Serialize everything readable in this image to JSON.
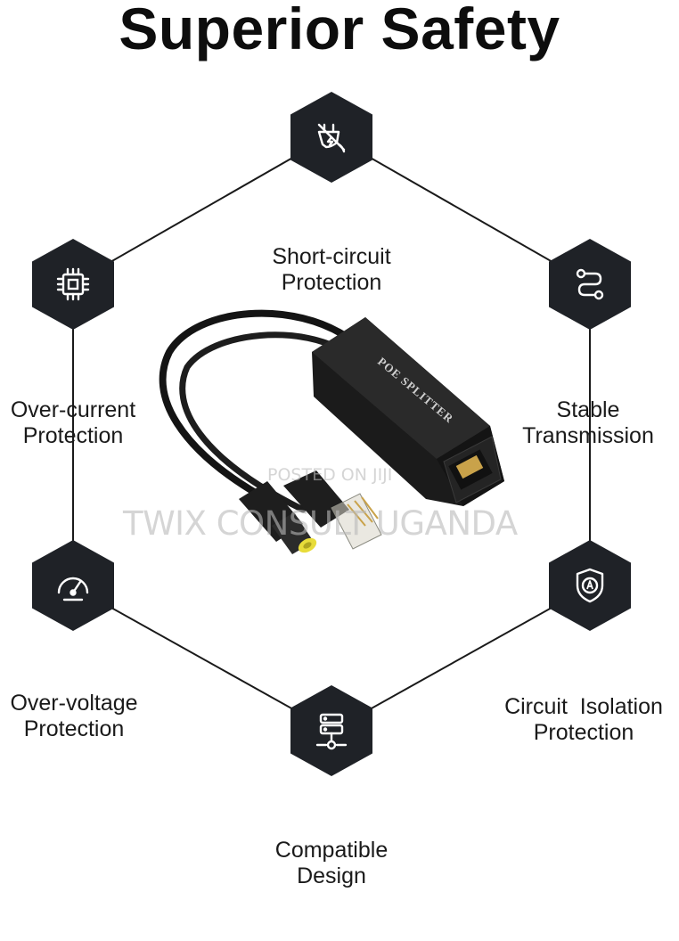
{
  "title": "Superior Safety",
  "features": [
    {
      "line1": "Short-circuit",
      "line2": "Protection",
      "icon": "short-circuit-icon"
    },
    {
      "line1": "Stable",
      "line2": "Transmission",
      "icon": "route-icon"
    },
    {
      "line1": "Circuit  Isolation",
      "line2": "Protection",
      "icon": "shield-icon"
    },
    {
      "line1": "Compatible",
      "line2": "Design",
      "icon": "server-network-icon"
    },
    {
      "line1": "Over-voltage",
      "line2": "Protection",
      "icon": "gauge-icon"
    },
    {
      "line1": "Over-current",
      "line2": "Protection",
      "icon": "chip-icon"
    }
  ],
  "product": {
    "label": "POE SPLITTER"
  },
  "watermark": {
    "posted": "POSTED ON JIJI",
    "seller": "TWIX CONSULT UGANDA"
  },
  "colors": {
    "hexagon": "#1f2227",
    "line": "#1a1a1a"
  }
}
